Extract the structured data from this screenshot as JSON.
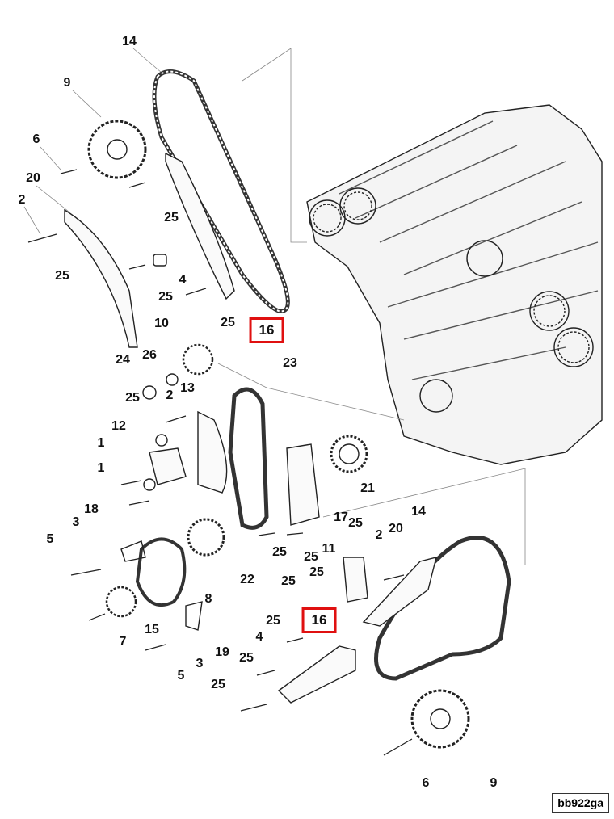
{
  "diagram_code": "bb922ga",
  "callouts": [
    "14",
    "9",
    "6",
    "20",
    "2",
    "25",
    "25",
    "4",
    "25",
    "25",
    "16",
    "10",
    "24",
    "26",
    "23",
    "25",
    "2",
    "13",
    "12",
    "1",
    "1",
    "18",
    "3",
    "5",
    "14",
    "25",
    "2",
    "20",
    "21",
    "17",
    "25",
    "25",
    "11",
    "22",
    "25",
    "25",
    "8",
    "16",
    "25",
    "7",
    "15",
    "4",
    "19",
    "3",
    "25",
    "5",
    "25",
    "6",
    "9"
  ],
  "highlight_color": "#e01010"
}
